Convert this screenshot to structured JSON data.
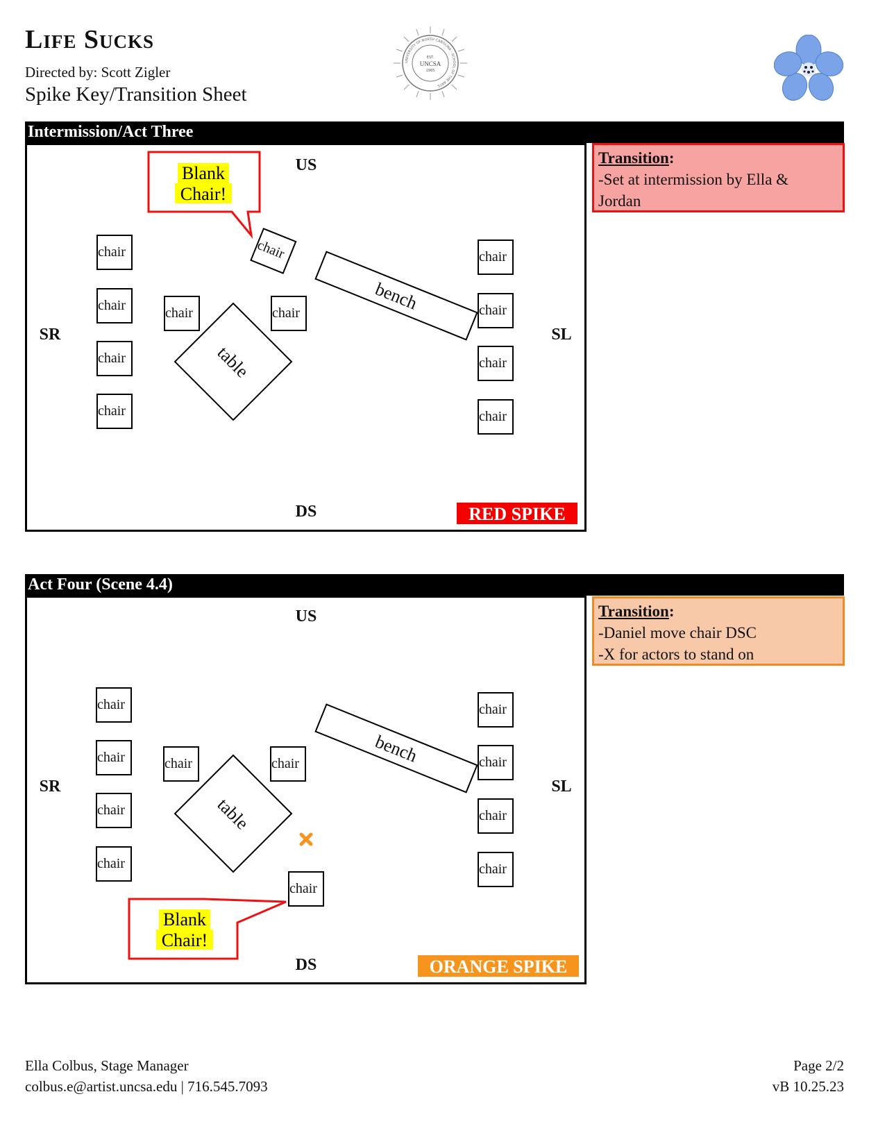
{
  "header": {
    "title": "Life Sucks",
    "directed_by": "Directed by: Scott Zigler",
    "sheet_title": "Spike Key/Transition Sheet",
    "seal": {
      "ring_text": "UNIVERSITY OF NORTH CAROLINA · SCHOOL OF THE ARTS",
      "est": "EST.",
      "name": "UNCSA",
      "year": "1965"
    }
  },
  "stage_labels": {
    "up": "US",
    "down": "DS",
    "left": "SL",
    "right": "SR"
  },
  "furniture": {
    "chair": "chair",
    "bench": "bench",
    "table": "table"
  },
  "sections": [
    {
      "title": "Intermission/Act Three",
      "spike_label": "RED SPIKE",
      "spike_color": "#f40000",
      "callout_line1": "Blank",
      "callout_line2": "Chair!",
      "transition_heading": "Transition",
      "transition_lines": [
        "-Set at intermission by Ella &",
        "Jordan"
      ]
    },
    {
      "title": "Act Four (Scene 4.4)",
      "spike_label": "ORANGE SPIKE",
      "spike_color": "#f7941d",
      "callout_line1": "Blank",
      "callout_line2": "Chair!",
      "transition_heading": "Transition",
      "transition_lines": [
        "-Daniel move chair DSC",
        "-X for actors to stand on"
      ]
    }
  ],
  "colors": {
    "callout_border": "#ee1111",
    "highlight": "#ffff00",
    "x_mark": "#f7941d"
  },
  "footer": {
    "name_role": "Ella Colbus, Stage Manager",
    "contact": "colbus.e@artist.uncsa.edu | 716.545.7093",
    "page": "Page 2/2",
    "version": "vB 10.25.23"
  }
}
